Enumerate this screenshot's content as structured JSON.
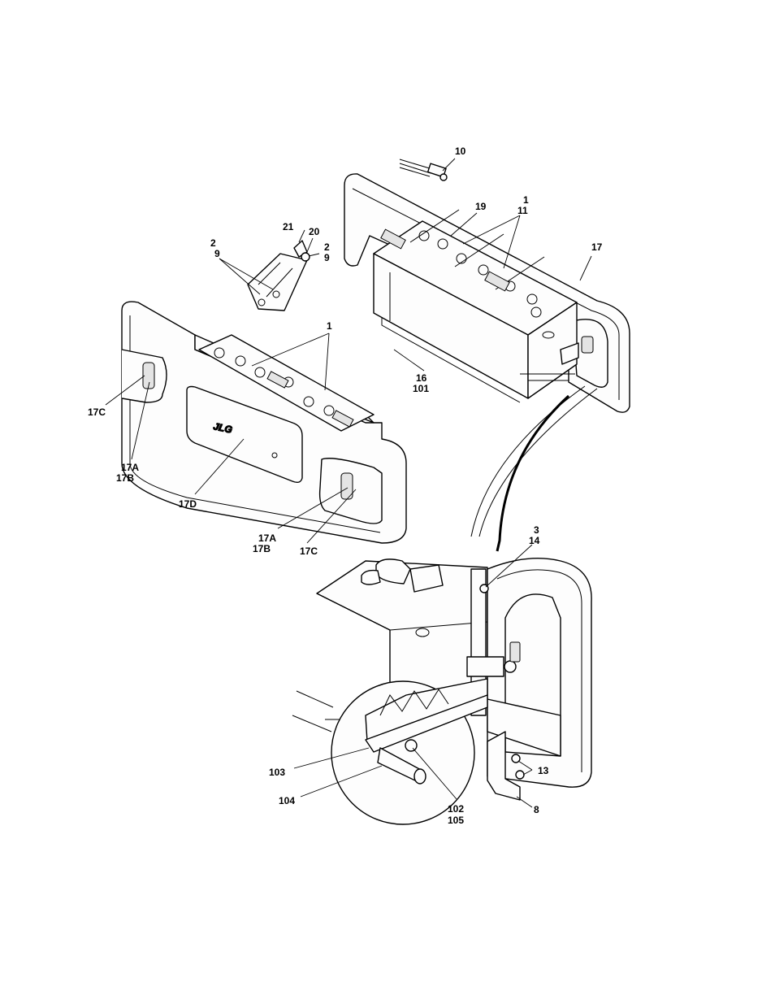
{
  "callouts": [
    {
      "id": "c10",
      "lines": [
        "10"
      ]
    },
    {
      "id": "c19",
      "lines": [
        "19"
      ]
    },
    {
      "id": "c1-11",
      "lines": [
        "1",
        "11"
      ]
    },
    {
      "id": "c21",
      "lines": [
        "21"
      ]
    },
    {
      "id": "c20",
      "lines": [
        "20"
      ]
    },
    {
      "id": "c2-9-left",
      "lines": [
        "2",
        "9"
      ]
    },
    {
      "id": "c2-9-right",
      "lines": [
        "2",
        "9"
      ]
    },
    {
      "id": "c17",
      "lines": [
        "17"
      ]
    },
    {
      "id": "c1-left",
      "lines": [
        "1"
      ]
    },
    {
      "id": "c16-101",
      "lines": [
        "16",
        "101"
      ]
    },
    {
      "id": "c17c-left",
      "lines": [
        "17C"
      ]
    },
    {
      "id": "c17a-17b-left",
      "lines": [
        "17A",
        "17B"
      ]
    },
    {
      "id": "c17d",
      "lines": [
        "17D"
      ]
    },
    {
      "id": "c17a-17b-right",
      "lines": [
        "17A",
        "17B"
      ]
    },
    {
      "id": "c17c-right",
      "lines": [
        "17C"
      ]
    },
    {
      "id": "c3-14",
      "lines": [
        "3",
        "14"
      ]
    },
    {
      "id": "c13",
      "lines": [
        "13"
      ]
    },
    {
      "id": "c103",
      "lines": [
        "103"
      ]
    },
    {
      "id": "c104",
      "lines": [
        "104"
      ]
    },
    {
      "id": "c102-105",
      "lines": [
        "102",
        "105"
      ]
    },
    {
      "id": "c8",
      "lines": [
        "8"
      ]
    }
  ],
  "logo_text": "JLG"
}
